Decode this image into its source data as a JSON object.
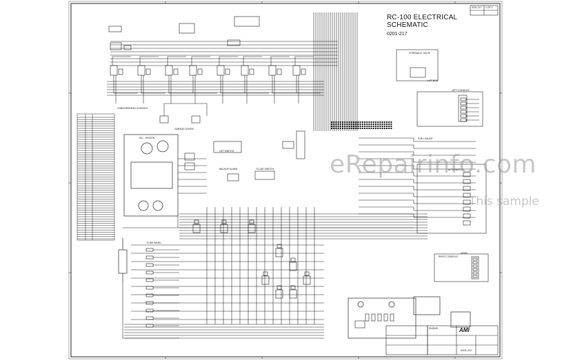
{
  "title": {
    "line1": "RC-100 ELECTRICAL",
    "line2": "SCHEMATIC",
    "number": "0201-217"
  },
  "revision_block": {
    "drawing_no": "0201-217",
    "sheet": "1 OF 1"
  },
  "component_labels": {
    "cab_overhead_console": "CAB/OVERHEAD CONSOLE",
    "garage_doors": "GARAGE DOORS",
    "ac_heater": "A/C - HEATER",
    "fuse_panel": "FUSE PANEL",
    "left_console": "LEFT CONSOLE",
    "right_console": "RIGHT CONSOLE",
    "backup_alarm": "BACKUP ALARM",
    "engine": "ENGINE",
    "alternator": "ALTERNATOR",
    "lift_switch": "LIFT SWITCH",
    "fuel_gauge": "FUEL GAUGE",
    "horn": "HORN",
    "lift_box": "LIFT BOX",
    "hydraulic_valve": "HYDRAULIC VALVE",
    "float_switch": "FLOAT SWITCH"
  },
  "title_block": {
    "company": "AMI",
    "drawing_no": "0201-217"
  },
  "watermark": {
    "site": "eRepairinfo.com",
    "note": "This sample"
  },
  "colors": {
    "line": "#111111",
    "frame": "#222222",
    "watermark": "#9a9a9a"
  }
}
